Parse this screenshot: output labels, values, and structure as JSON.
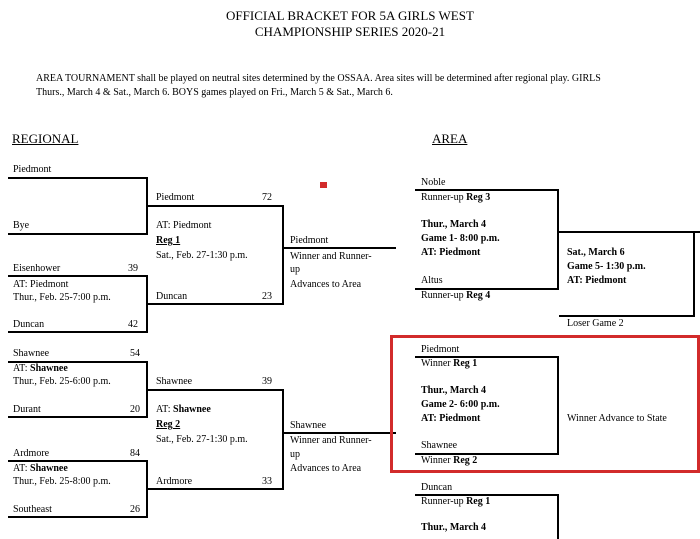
{
  "header": {
    "title_line1": "OFFICIAL BRACKET FOR 5A GIRLS WEST",
    "title_line2": "CHAMPIONSHIP SERIES 2020-21",
    "intro_line1": "AREA TOURNAMENT shall be played on neutral sites determined by the OSSAA.  Area sites will be determined after regional play.  GIRLS",
    "intro_line2": "Thurs., March 4 & Sat., March 6. BOYS games played on Fri., March 5 & Sat., March 6."
  },
  "sections": {
    "regional": "REGIONAL",
    "area": "AREA"
  },
  "regional1": {
    "r1a": {
      "top": "Piedmont",
      "bottom": "Bye"
    },
    "r1b": {
      "top": "Eisenhower",
      "top_score": "39",
      "site_prefix": "AT: ",
      "site": "Piedmont",
      "date": "Thur., Feb. 25-7:00 p.m.",
      "bottom": "Duncan",
      "bottom_score": "42"
    },
    "semi": {
      "top": "Piedmont",
      "top_score": "72",
      "site_prefix": "AT: ",
      "site": "Piedmont",
      "reg": "Reg 1",
      "date": "Sat., Feb. 27-1:30 p.m.",
      "bottom": "Duncan",
      "bottom_score": "23"
    },
    "final": {
      "winner": "Piedmont",
      "note_line1": "Winner and Runner-",
      "note_line2": "up",
      "note_line3": "Advances to Area"
    }
  },
  "regional2": {
    "r1a": {
      "top": "Shawnee",
      "top_score": "54",
      "site_prefix": "AT: ",
      "site": "Shawnee",
      "date": "Thur., Feb. 25-6:00 p.m.",
      "bottom": "Durant",
      "bottom_score": "20"
    },
    "r1b": {
      "top": "Ardmore",
      "top_score": "84",
      "site_prefix": "AT: ",
      "site": "Shawnee",
      "date": "Thur., Feb. 25-8:00 p.m.",
      "bottom": "Southeast",
      "bottom_score": "26"
    },
    "semi": {
      "top": "Shawnee",
      "top_score": "39",
      "site_prefix": "AT: ",
      "site": "Shawnee",
      "reg": "Reg 2",
      "date": "Sat., Feb. 27-1:30 p.m.",
      "bottom": "Ardmore",
      "bottom_score": "33"
    },
    "final": {
      "winner": "Shawnee",
      "note_line1": "Winner and Runner-",
      "note_line2": "up",
      "note_line3": "Advances to Area"
    }
  },
  "area": {
    "game1": {
      "team_top": "Noble",
      "seed_top_prefix": "Runner-up ",
      "seed_top_reg": "Reg 3",
      "date": "Thur., March 4",
      "game": "Game 1- 8:00 p.m.",
      "site": "AT: Piedmont",
      "team_bottom": "Altus",
      "seed_bottom_prefix": "Runner-up ",
      "seed_bottom_reg": "Reg 4"
    },
    "game5": {
      "date": "Sat., March 6",
      "game": "Game 5- 1:30 p.m.",
      "site": "AT: Piedmont",
      "loser": "Loser Game 2"
    },
    "game2": {
      "team_top": "Piedmont",
      "seed_top_prefix": "Winner ",
      "seed_top_reg": "Reg 1",
      "date": "Thur., March 4",
      "game": "Game 2- 6:00 p.m.",
      "site": "AT: Piedmont",
      "team_bottom": "Shawnee",
      "seed_bottom_prefix": "Winner ",
      "seed_bottom_reg": "Reg 2",
      "advance": "Winner Advance to State"
    },
    "game3": {
      "team_top": "Duncan",
      "seed_top_prefix": "Runner-up ",
      "seed_top_reg": "Reg 1",
      "date": "Thur., March 4"
    }
  },
  "colors": {
    "highlight": "#d22b2b",
    "ink": "#000000"
  }
}
